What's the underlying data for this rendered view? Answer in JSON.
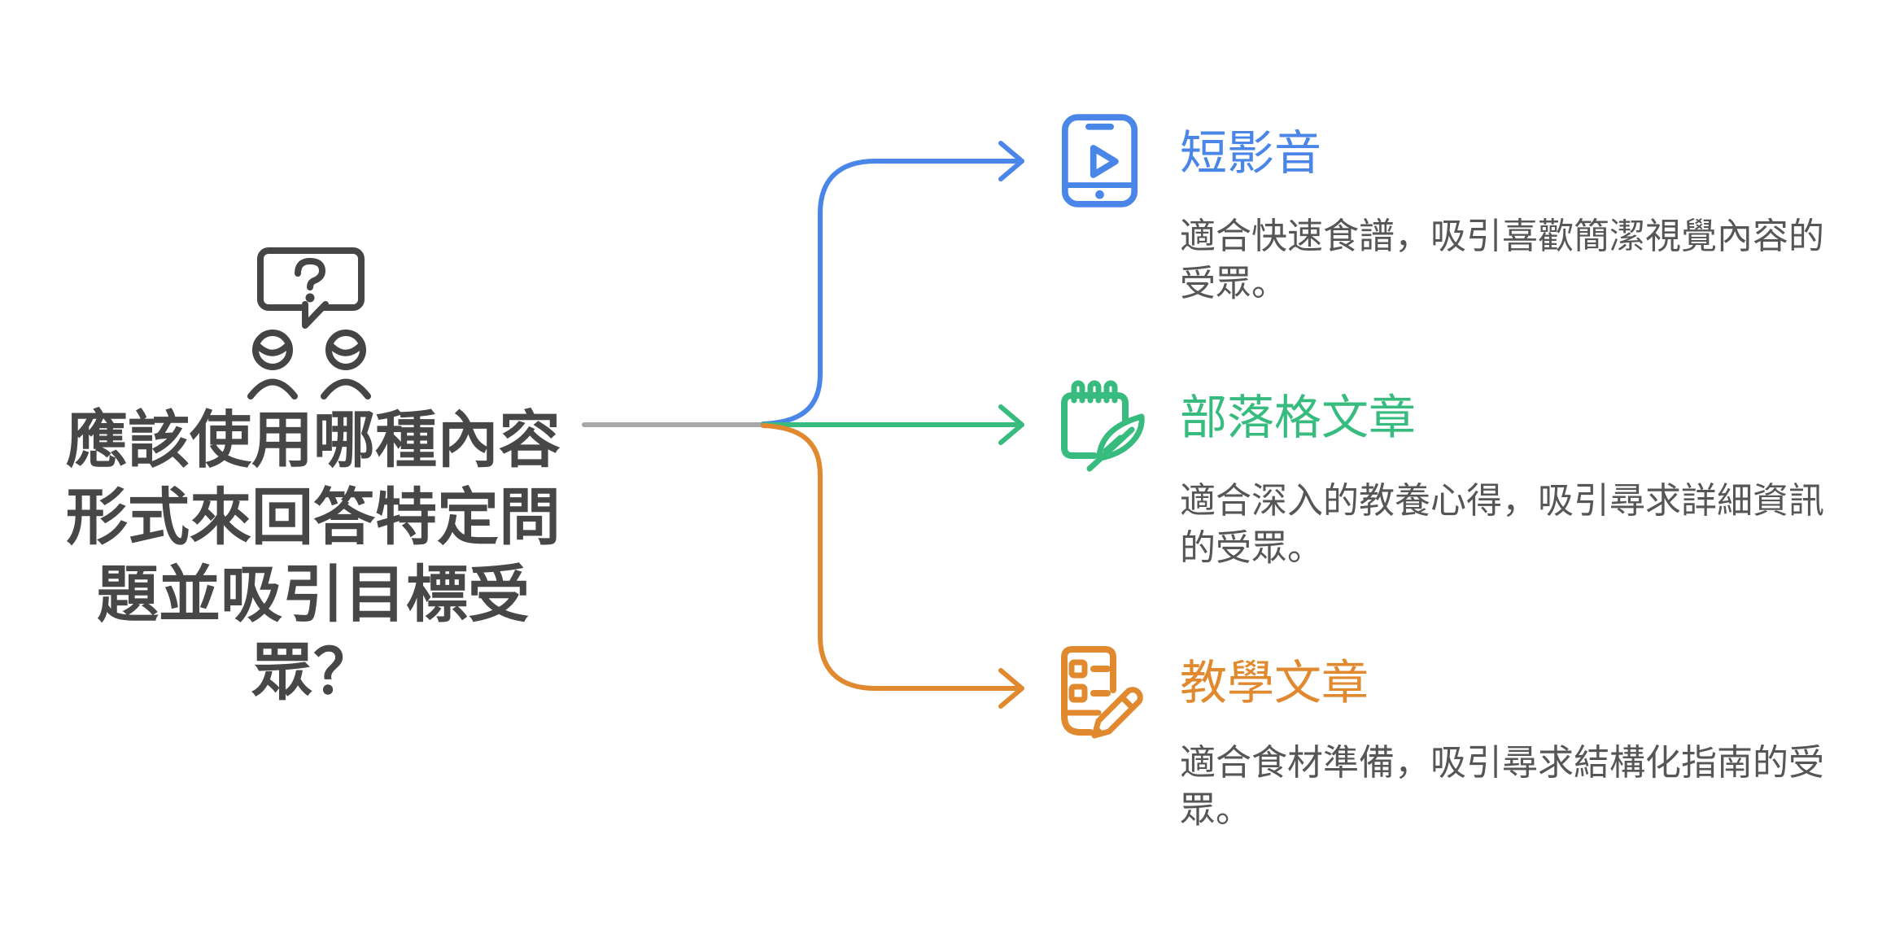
{
  "diagram": {
    "background": "#FFFFFF",
    "center": {
      "icon": "question-dialogue-people",
      "heading": "應該使用哪種內容\n形式來回答特定問\n題並吸引目標受\n眾？",
      "text_color": "#474747"
    },
    "connectors": {
      "trunk_color": "#A8A8A8",
      "branch_colors": [
        "#4A86E8",
        "#38BB7E",
        "#E0892F"
      ]
    },
    "branches": [
      {
        "icon": "smartphone-play",
        "title": "短影音",
        "description": "適合快速食譜，吸引喜歡簡潔視覺內容的\n受眾。",
        "color": "#4A86E8"
      },
      {
        "icon": "notepad-feather",
        "title": "部落格文章",
        "description": "適合深入的教養心得，吸引尋求詳細資訊\n的受眾。",
        "color": "#38BB7E"
      },
      {
        "icon": "checklist-pencil",
        "title": "教學文章",
        "description": "適合食材準備，吸引尋求結構化指南的受\n眾。",
        "color": "#E0892F"
      }
    ],
    "description_color": "#565656"
  }
}
